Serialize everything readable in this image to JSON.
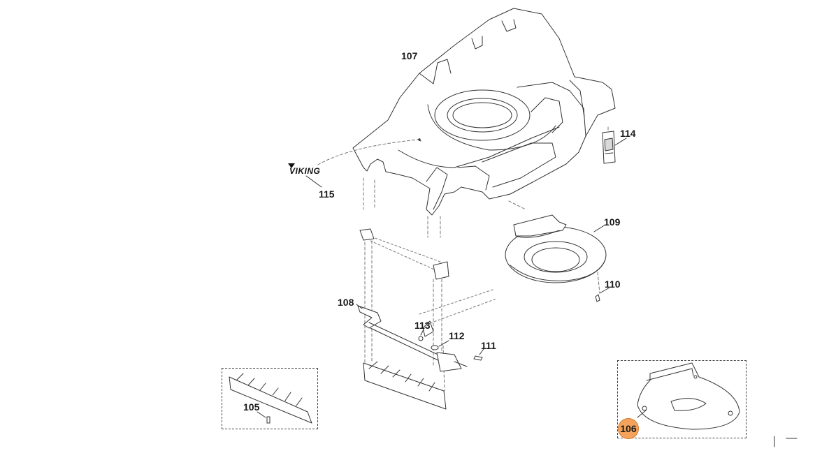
{
  "labels": {
    "p105": "105",
    "p106": "106",
    "p107": "107",
    "p108": "108",
    "p109": "109",
    "p110": "110",
    "p111": "111",
    "p112": "112",
    "p113": "113",
    "p114": "114",
    "p115": "115"
  },
  "logo": "VIKING",
  "highlight_color": "#f3a35b",
  "line_color": "#333333"
}
